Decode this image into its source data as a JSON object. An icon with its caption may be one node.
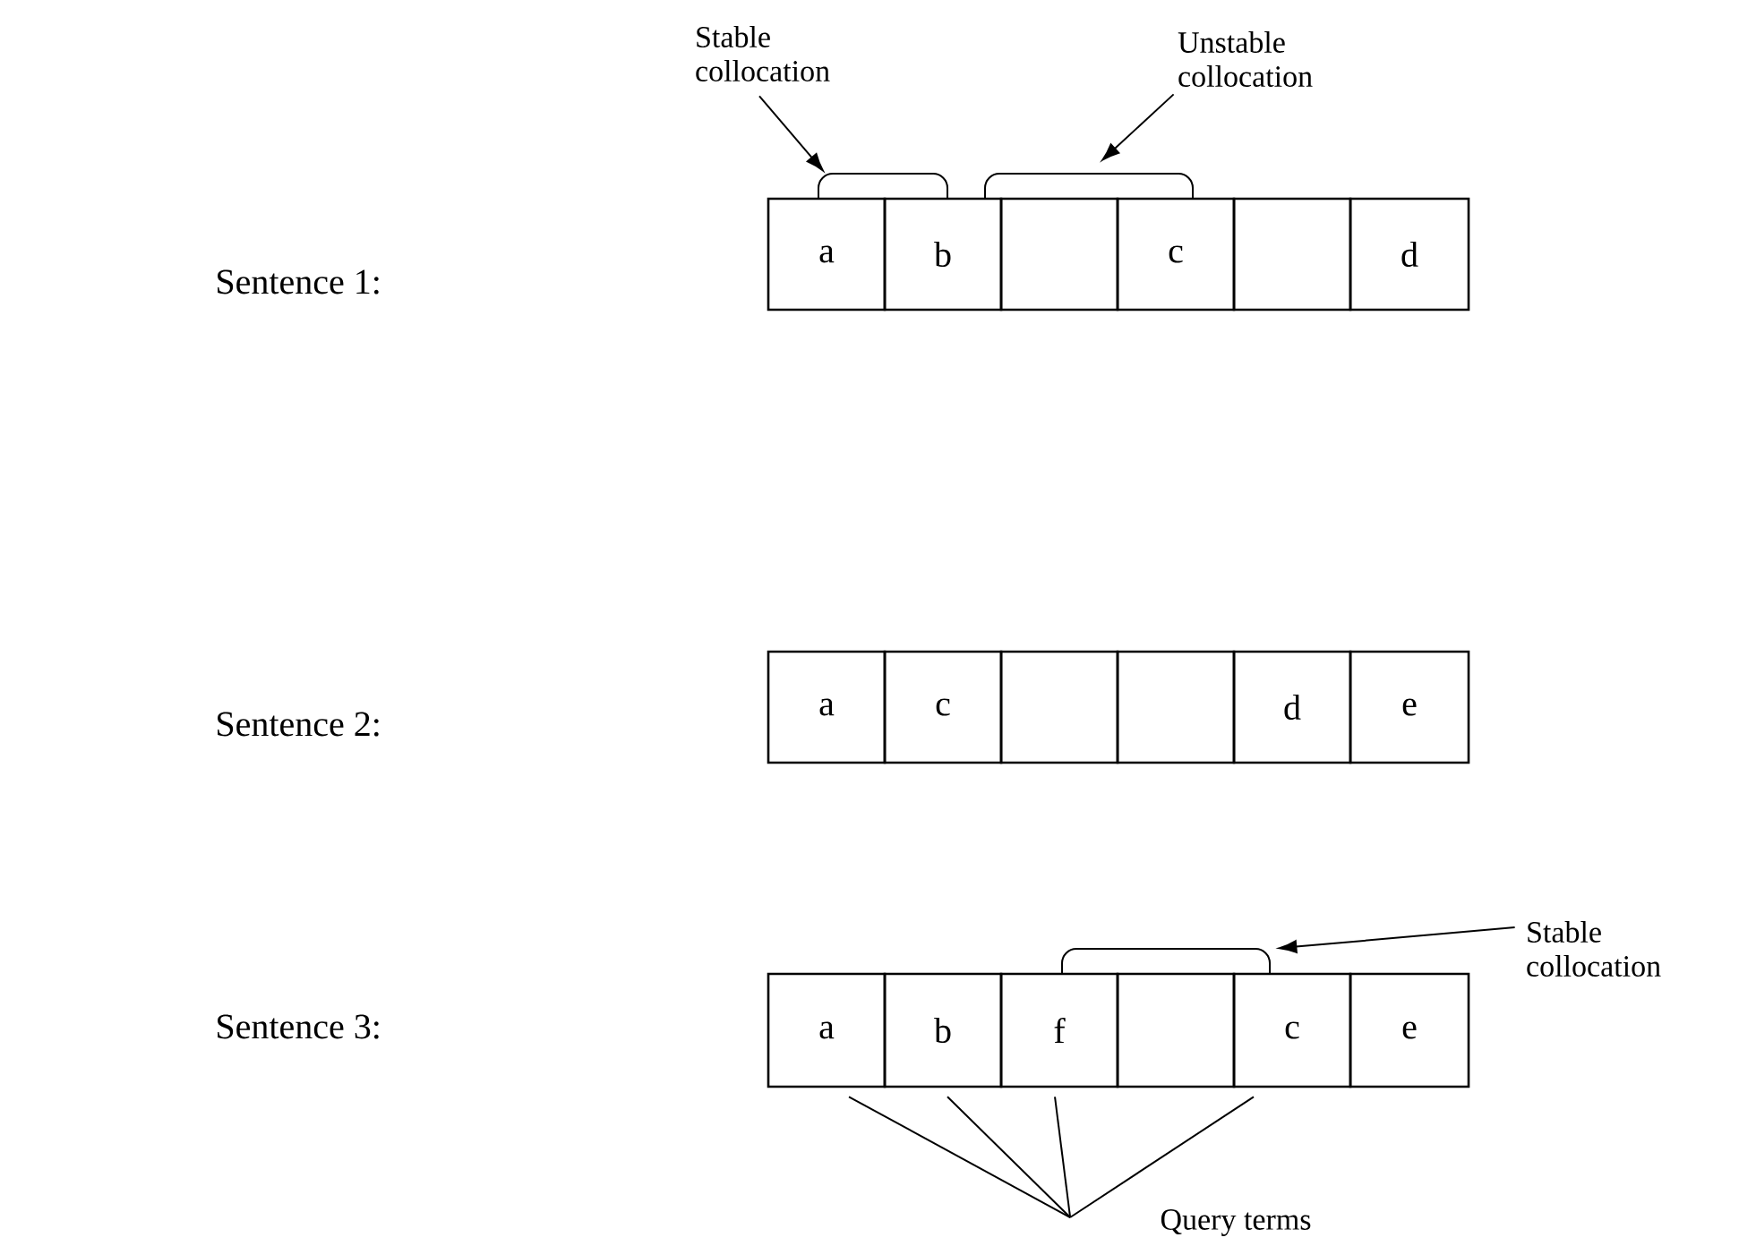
{
  "diagram": {
    "nodes": [
      {
        "text": [
          "Stable collocation"
        ]
      },
      {
        "text": [
          "Unstable collocation"
        ]
      },
      {
        "text": [],
        "shape": "bracket"
      },
      {
        "text": [],
        "shape": "bracket"
      },
      {
        "text": [
          "a"
        ]
      },
      {
        "text": [
          "b"
        ]
      },
      {
        "text": [],
        "shape": "box"
      },
      {
        "text": [
          "c"
        ]
      },
      {
        "text": [],
        "shape": "box"
      },
      {
        "text": [
          "d"
        ]
      },
      {
        "text": [
          "a"
        ]
      },
      {
        "text": [
          "c"
        ]
      },
      {
        "text": [],
        "shape": "box"
      },
      {
        "text": [],
        "shape": "box"
      },
      {
        "text": [
          "d"
        ]
      },
      {
        "text": [
          "e"
        ]
      },
      {
        "text": [],
        "shape": "bracket"
      },
      {
        "text": [
          "Stable collocation"
        ]
      },
      {
        "text": [
          "a"
        ]
      },
      {
        "text": [
          "b"
        ]
      },
      {
        "text": [
          "f"
        ]
      },
      {
        "text": [],
        "shape": "box"
      },
      {
        "text": [
          "c"
        ]
      },
      {
        "text": [
          "e"
        ]
      },
      {
        "text": [
          "Query terms"
        ]
      }
    ],
    "edges": [
      {
        "from": 0,
        "to": 2,
        "arrow": "to"
      },
      {
        "from": 1,
        "to": 3,
        "arrow": "to"
      },
      {
        "from": 17,
        "to": 16,
        "arrow": "to"
      },
      {
        "from": 24,
        "to": 18,
        "arrow": "none"
      },
      {
        "from": 24,
        "to": 19,
        "arrow": "none"
      },
      {
        "from": 24,
        "to": 20,
        "arrow": "none"
      },
      {
        "from": 24,
        "to": 22,
        "arrow": "none"
      }
    ],
    "labels": [
      "Sentence 1:",
      "Sentence 2:",
      "Sentence 3:"
    ]
  }
}
